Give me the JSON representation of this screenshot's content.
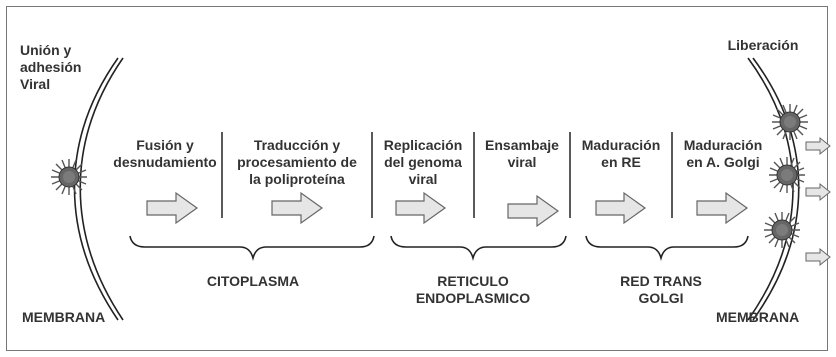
{
  "colors": {
    "text": "#333333",
    "line": "#222222",
    "arrow_fill": "#e6e6e6",
    "arrow_stroke": "#666666",
    "virus_fill": "#666666",
    "frame": "#777777"
  },
  "left_stage": "Unión y\nadhesión\nViral",
  "right_stage": "Liberación",
  "steps": [
    "Fusión y\ndesnudamiento",
    "Traducción y\nprocesamiento de\nla poliproteína",
    "Replicación\ndel genoma\nviral",
    "Ensambaje\nviral",
    "Maduración\nen RE",
    "Maduración\nen A. Golgi"
  ],
  "compartments": [
    "CITOPLASMA",
    "RETICULO\nENDOPLASMICO",
    "RED TRANS\nGOLGI"
  ],
  "membranes": {
    "left": "MEMBRANA",
    "right": "MEMBRANA"
  },
  "icons": [
    "virus-icon",
    "right-arrow-icon"
  ]
}
